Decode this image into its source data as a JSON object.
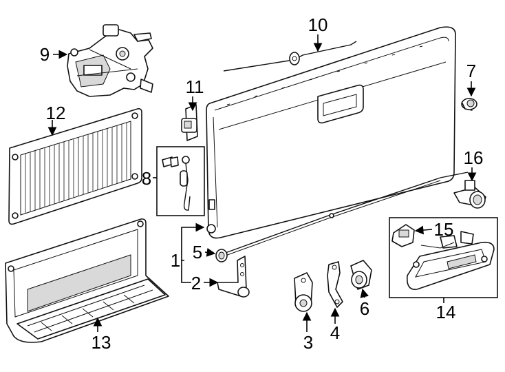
{
  "callouts": {
    "c1": "1",
    "c2": "2",
    "c3": "3",
    "c4": "4",
    "c5": "5",
    "c6": "6",
    "c7": "7",
    "c8": "8",
    "c9": "9",
    "c10": "10",
    "c11": "11",
    "c12": "12",
    "c13": "13",
    "c14": "14",
    "c15": "15",
    "c16": "16"
  },
  "icons": {
    "arrow": "arrowhead",
    "bolt": "bolt-icon",
    "latch": "latch-icon"
  }
}
